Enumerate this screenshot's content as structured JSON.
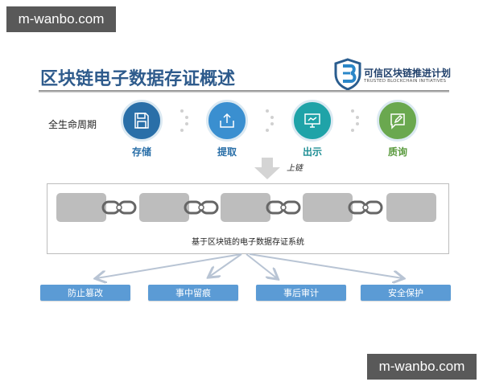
{
  "watermark": {
    "top": "m-wanbo.com",
    "bottom": "m-wanbo.com"
  },
  "header": {
    "title": "区块链电子数据存证概述",
    "logo": {
      "cn": "可信区块链推进计划",
      "en": "TRUSTED BLOCKCHAIN INITIATIVES",
      "icon": "shield-b-icon"
    }
  },
  "lifecycle": {
    "label": "全生命周期",
    "steps": [
      {
        "label": "存储",
        "icon": "floppy-disk-icon",
        "color": "#2a6fa8",
        "label_color": "#2a6fa8"
      },
      {
        "label": "提取",
        "icon": "upload-icon",
        "color": "#3a8fd0",
        "label_color": "#2a6fa8"
      },
      {
        "label": "出示",
        "icon": "presentation-icon",
        "color": "#1fa3a8",
        "label_color": "#1f8f95"
      },
      {
        "label": "质询",
        "icon": "edit-comment-icon",
        "color": "#6aa84f",
        "label_color": "#5a9a3e"
      }
    ]
  },
  "onchain_label": "上链",
  "chain": {
    "blocks": 5,
    "caption": "基于区块链的电子数据存证系统"
  },
  "features": [
    {
      "label": "防止篡改"
    },
    {
      "label": "事中留痕"
    },
    {
      "label": "事后审计"
    },
    {
      "label": "安全保护"
    }
  ],
  "colors": {
    "title": "#2e5b8c",
    "feature_bg": "#5b9bd5",
    "block": "#bdbdbd"
  }
}
